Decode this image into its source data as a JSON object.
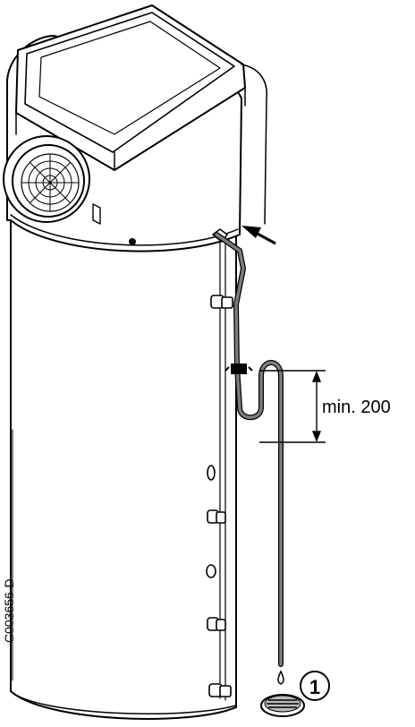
{
  "diagram": {
    "dimension_label": "min. 200",
    "callout_number": "1",
    "reference_code": "C003656-D"
  },
  "colors": {
    "outline": "#000000",
    "hose": "#7d7d7d",
    "background": "#ffffff"
  }
}
